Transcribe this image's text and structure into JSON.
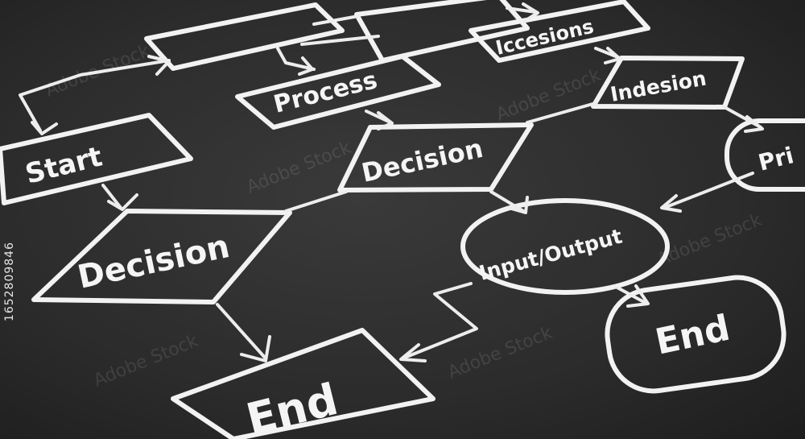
{
  "image": {
    "description_labels": {
      "start": "Start",
      "process": "Process",
      "decision_center": "Decision",
      "decision_left": "Decision",
      "io": "Input/Output",
      "end_left": "End",
      "end_right": "End",
      "top_right": "Iccesions",
      "indecision": "Indesion",
      "right_edge": "Pri"
    },
    "stock_id": "1652809846",
    "watermark": "Adobe Stock"
  }
}
